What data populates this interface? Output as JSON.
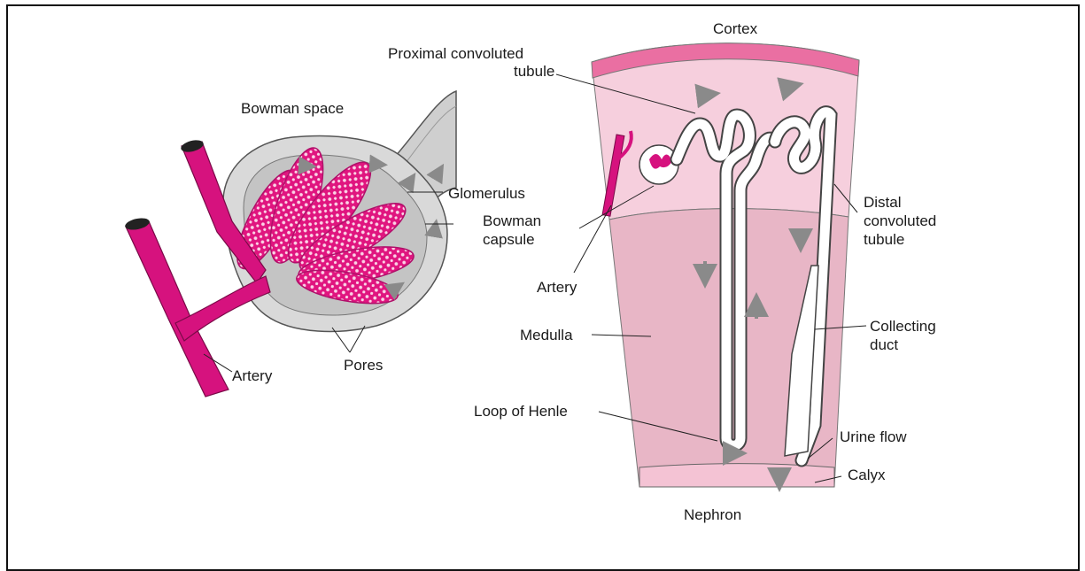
{
  "labels": {
    "bowman_space": "Bowman space",
    "glomerulus": "Glomerulus",
    "bowman_capsule_1": "Bowman",
    "bowman_capsule_2": "capsule",
    "pores": "Pores",
    "artery_left": "Artery",
    "cortex": "Cortex",
    "proximal_1": "Proximal convoluted",
    "proximal_2": "tubule",
    "artery_right": "Artery",
    "distal_1": "Distal",
    "distal_2": "convoluted",
    "distal_3": "tubule",
    "medulla": "Medulla",
    "collecting_1": "Collecting",
    "collecting_2": "duct",
    "loop_of_henle": "Loop of Henle",
    "urine_flow": "Urine flow",
    "calyx": "Calyx",
    "nephron": "Nephron"
  },
  "colors": {
    "artery": "#d6127e",
    "cortex_band": "#ea6fa2",
    "cortex_fill": "#f6cfdd",
    "medulla_fill": "#e8b6c6",
    "capsule_gray": "#cfcfcf",
    "arrow_gray": "#8a8a8a"
  }
}
